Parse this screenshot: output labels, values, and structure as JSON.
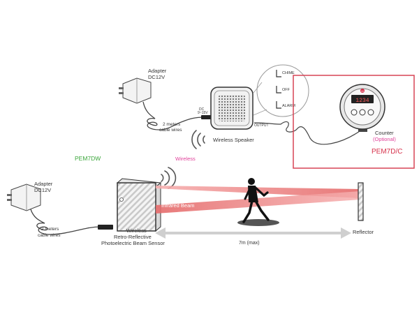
{
  "top": {
    "adapter": {
      "title": "Adapter",
      "spec": "DC12V"
    },
    "cable": {
      "line1": "2 meters",
      "line2": "cable wires"
    },
    "speaker": {
      "label": "Wireless Speaker",
      "dc_label": "DC",
      "voltage": "9~15V",
      "output_label": "OUTPUT"
    },
    "modes": [
      "CHIME",
      "OFF",
      "ALARM"
    ],
    "counter": {
      "label": "Counter",
      "optional": "(Optional)",
      "model": "PEM7D/C",
      "display": "1234",
      "logo": "M"
    }
  },
  "bottom": {
    "model": "PEM7DW",
    "wireless": "Wireless",
    "adapter": {
      "title": "Adapter",
      "spec": "DC12V"
    },
    "cable": {
      "line1": "2 meters",
      "line2": "cable wires"
    },
    "sensor": {
      "line1": "Wireless",
      "line2": "Retro-Reflective",
      "line3": "Photoelectric Beam Sensor"
    },
    "beam_label": "Infrared Beam",
    "reflector_label": "Reflector",
    "distance": "7m (max)"
  },
  "colors": {
    "model_green": "#3aa63a",
    "wireless_pink": "#e0409a",
    "counter_red": "#d6304a",
    "beam": "#e97a7a",
    "box_border": "#d74455"
  }
}
